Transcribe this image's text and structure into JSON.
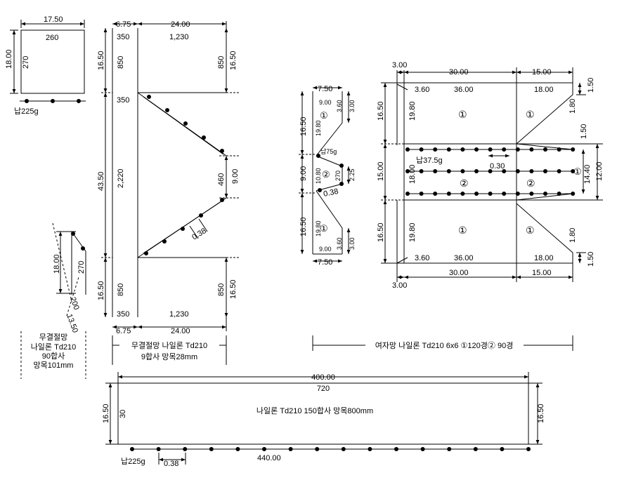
{
  "panel_a": {
    "width_dim": "17.50",
    "height_dim": "18.00",
    "top_mesh": "260",
    "side_mesh": "270",
    "lead": "납225g"
  },
  "panel_a2": {
    "dim_18": "18.00",
    "mesh_270": "270",
    "mesh_200": "200",
    "dim_13": "13.50"
  },
  "caption_a": {
    "line1": "무결절망",
    "line2": "나일론 Td210",
    "line3": "90합사",
    "line4": "망목101mm"
  },
  "panel_b": {
    "dim_675_top": "6.75",
    "dim_24_top": "24.00",
    "m350_1": "350",
    "m1230_top": "1,230",
    "dim_1650_l1": "16.50",
    "m850_l1": "850",
    "m850_r1": "850",
    "dim_1650_r1": "16.50",
    "m350_2": "350",
    "dim_4350": "43.50",
    "m2220": "2,220",
    "m460": "460",
    "dim_900": "9.00",
    "dim_038": "0.38",
    "dim_1650_l2": "16.50",
    "m850_l2": "850",
    "m850_r2": "850",
    "dim_1650_r2": "16.50",
    "m350_3": "350",
    "m1230_bot": "1,230",
    "dim_675_bot": "6.75",
    "dim_24_bot": "24.00"
  },
  "caption_b": {
    "line1": "무결절망 나일론 Td210",
    "line2": "9합사 망목28mm"
  },
  "panel_c": {
    "dim_750_top": "7.50",
    "m900_top": "9.00",
    "m360_top": "3.60",
    "dim_300_top": "3.00",
    "dim_1650_top": "16.50",
    "m1980_top": "19.80",
    "circ1_top": "①",
    "lead": "납75g",
    "dim_900_mid": "9.00",
    "m1080": "10.80",
    "circ2": "②",
    "m270": "270",
    "dim_225": "2.25",
    "dim_038": "0.38",
    "dim_1650_bot": "16.50",
    "m1980_bot": "19.80",
    "circ1_bot": "①",
    "m900_bot": "9.00",
    "m360_bot": "3.60",
    "dim_300_bot": "3.00",
    "dim_750_bot": "7.50"
  },
  "panel_d": {
    "dim_300_top": "3.00",
    "dim_3000_top": "30.00",
    "dim_1500_top": "15.00",
    "m360_top": "3.60",
    "m3600_top": "36.00",
    "m1800_top": "18.00",
    "dim_150_top": "1.50",
    "dim_1650_top": "16.50",
    "m1980_top": "19.80",
    "circ1_a": "①",
    "circ1_b": "①",
    "dim_180_top": "1.80",
    "dim_150_mid": "1.50",
    "lead": "납37.5g",
    "dim_030": "0.30",
    "dim_1500_mid": "15.00",
    "m1800_mid": "18.00",
    "circ2_a": "②",
    "circ2_b": "②",
    "circ1_c": "①",
    "m1440": "14.40",
    "dim_1200": "12.00",
    "dim_1650_bot": "16.50",
    "m1980_bot": "19.80",
    "circ1_d": "①",
    "circ1_e": "①",
    "dim_180_bot": "1.80",
    "m360_bot": "3.60",
    "m3600_bot": "36.00",
    "m1800_bot": "18.00",
    "dim_150_bot": "1.50",
    "dim_300_bot": "3.00",
    "dim_3000_bot": "30.00",
    "dim_1500_bot": "15.00"
  },
  "caption_d": {
    "line1": "여자망 나일론 Td210 6x6 ①120경② 90경"
  },
  "panel_e": {
    "dim_400": "400.00",
    "m720": "720",
    "dim_1650_l": "16.50",
    "m30": "30",
    "label": "나일론 Td210  150합사 망목800mm",
    "dim_1650_r": "16.50",
    "lead": "납225g",
    "dim_038": "0.38",
    "dim_440": "440.00"
  }
}
